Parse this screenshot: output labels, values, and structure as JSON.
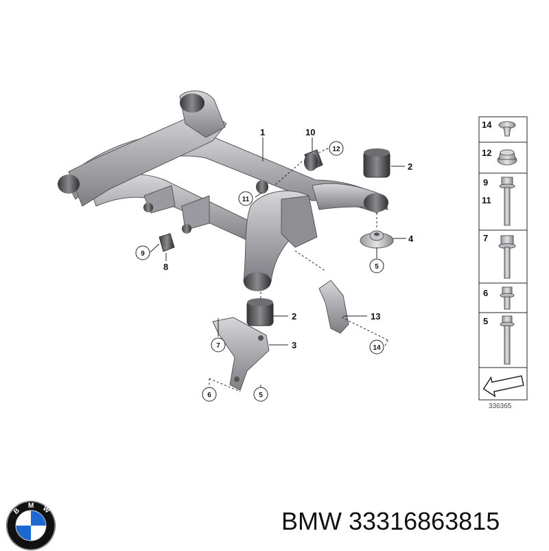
{
  "callouts": {
    "c1": "1",
    "c2a": "2",
    "c2b": "2",
    "c3": "3",
    "c4": "4",
    "c5a": "5",
    "c5b": "5",
    "c6": "6",
    "c7": "7",
    "c8": "8",
    "c9": "9",
    "c10": "10",
    "c11": "11",
    "c12": "12",
    "c13": "13",
    "c14": "14"
  },
  "hardware_panel": {
    "r1": "14",
    "r2": "12",
    "r3a": "9",
    "r3b": "11",
    "r4": "7",
    "r5": "6",
    "r6": "5"
  },
  "diagram_number": "336365",
  "logo": {
    "text": "BMW",
    "colors": {
      "blue": "#1c69d4",
      "ring": "#111111",
      "white": "#ffffff"
    }
  },
  "footer": {
    "brand": "BMW",
    "part_number": "33316863815"
  }
}
